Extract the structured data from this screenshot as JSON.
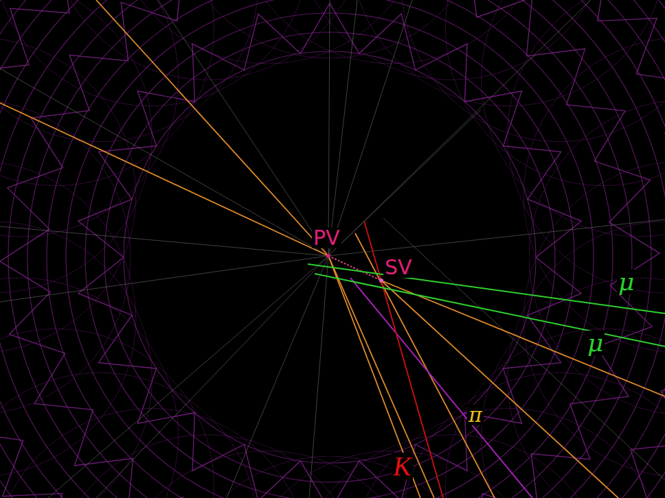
{
  "diagram": {
    "labels": [
      "PV",
      "SV",
      "μ",
      "μ",
      "π",
      "K"
    ]
  }
}
